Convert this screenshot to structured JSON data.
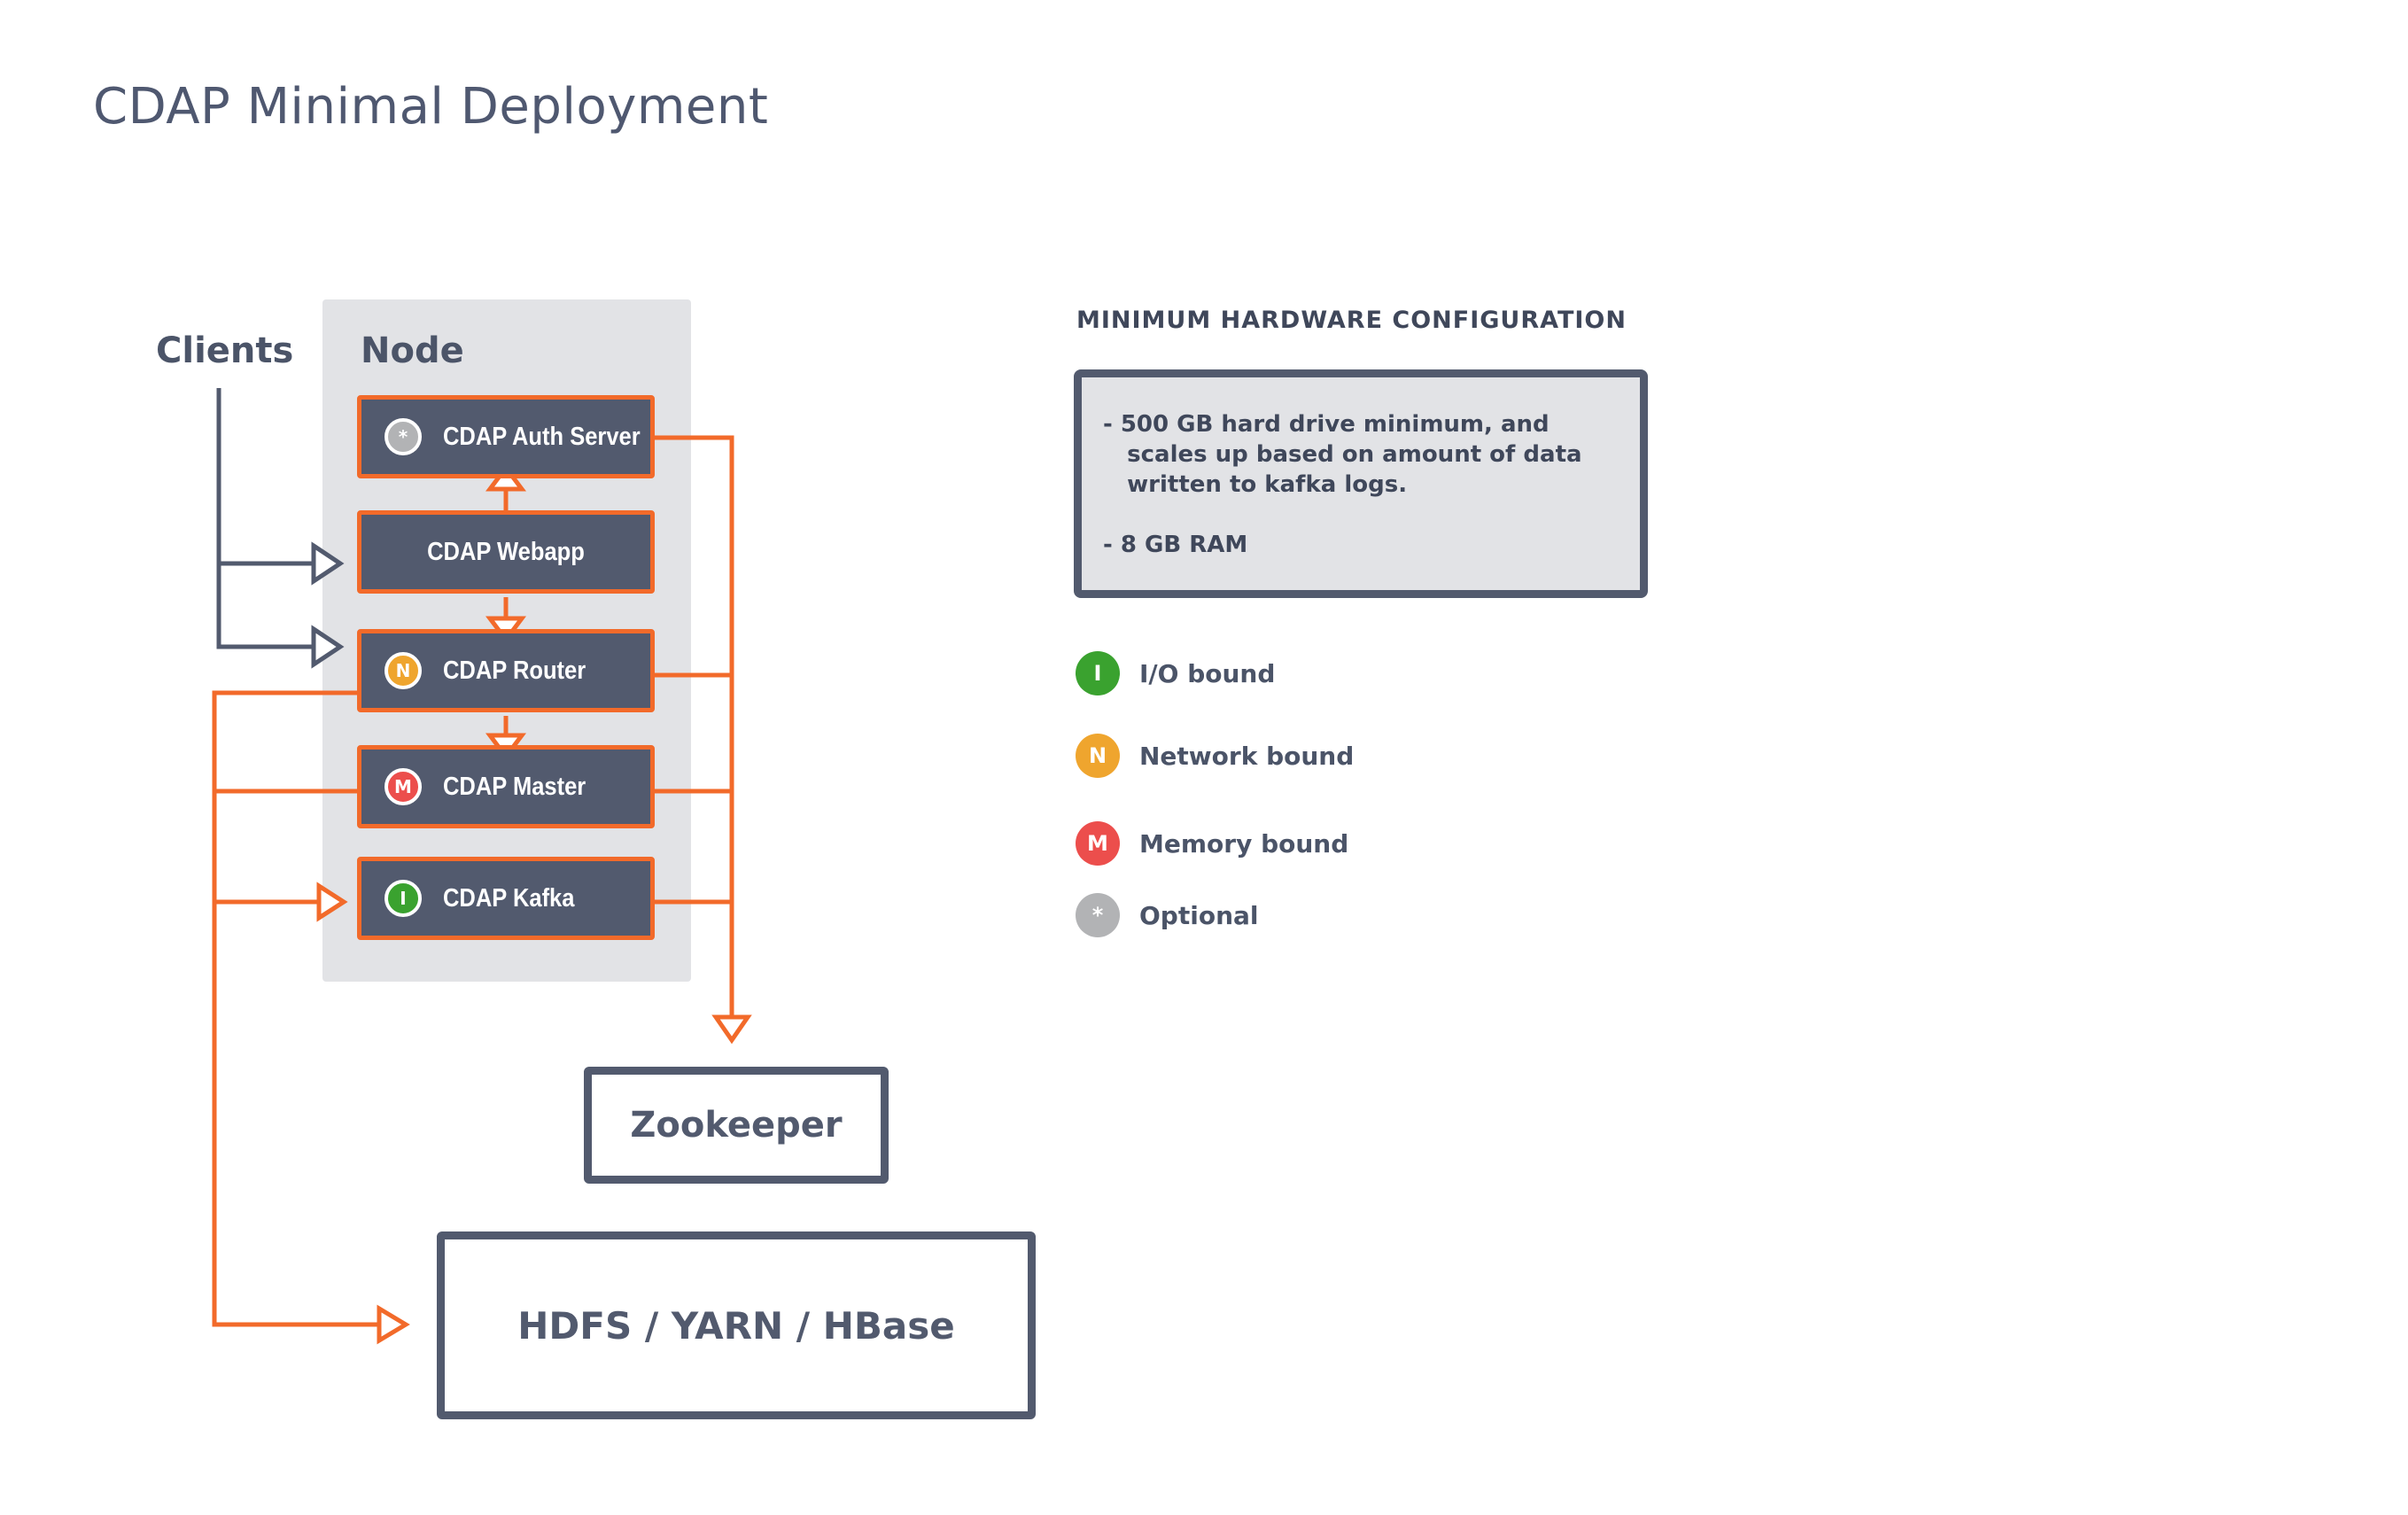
{
  "title": "CDAP Minimal Deployment",
  "diagram": {
    "clients_label": "Clients",
    "node_label": "Node",
    "services": [
      {
        "label": "CDAP Auth Server",
        "badge": "*",
        "badge_type": "optional"
      },
      {
        "label": "CDAP Webapp",
        "badge": "",
        "badge_type": "none"
      },
      {
        "label": "CDAP Router",
        "badge": "N",
        "badge_type": "network"
      },
      {
        "label": "CDAP Master",
        "badge": "M",
        "badge_type": "memory"
      },
      {
        "label": "CDAP Kafka",
        "badge": "I",
        "badge_type": "io"
      }
    ],
    "zookeeper_label": "Zookeeper",
    "storage_label": "HDFS / YARN / HBase"
  },
  "hardware": {
    "title": "MINIMUM HARDWARE CONFIGURATION",
    "lines": [
      "- 500 GB hard drive minimum, and",
      "   scales up based on amount of data",
      "   written to kafka logs.",
      "- 8 GB RAM"
    ]
  },
  "legend": [
    {
      "badge": "I",
      "label": "I/O bound",
      "color": "#3aa22f"
    },
    {
      "badge": "N",
      "label": "Network bound",
      "color": "#efa52e"
    },
    {
      "badge": "M",
      "label": "Memory bound",
      "color": "#ec4e4c"
    },
    {
      "badge": "*",
      "label": "Optional",
      "color": "#b2b3b5"
    }
  ],
  "colors": {
    "accent_orange": "#f26a2a",
    "slate": "#525a6e",
    "node_bg": "#e2e3e6"
  }
}
